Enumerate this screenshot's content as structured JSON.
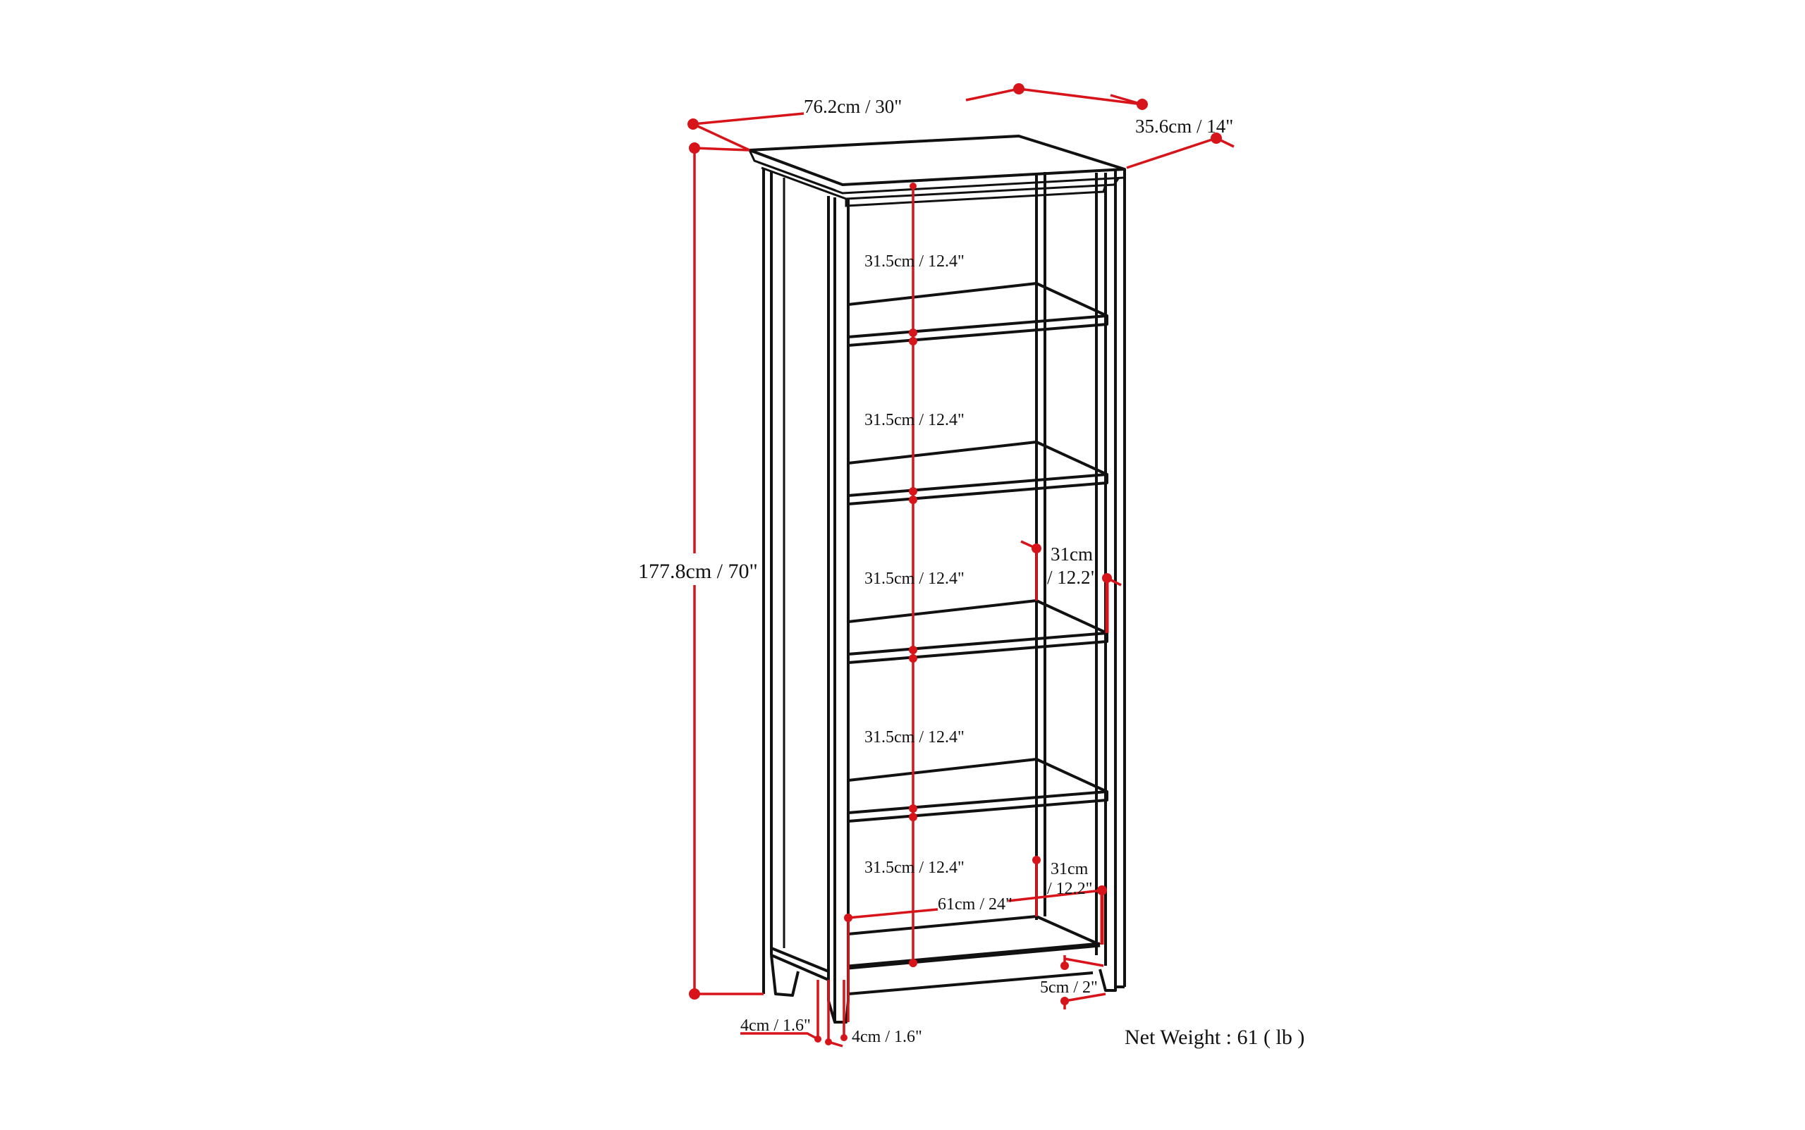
{
  "title": "Bookcase dimension diagram",
  "colors": {
    "line": "#111111",
    "dimension": "#d7141a",
    "background": "#ffffff"
  },
  "dimensions": {
    "width": "76.2cm / 30\"",
    "depth": "35.6cm / 14\"",
    "height": "177.8cm / 70\"",
    "shelf_gaps": [
      "31.5cm / 12.4\"",
      "31.5cm / 12.4\"",
      "31.5cm / 12.4\"",
      "31.5cm / 12.4\"",
      "31.5cm / 12.4\""
    ],
    "shelf_depth_mid_line1": "31cm",
    "shelf_depth_mid_line2": "/ 12.2\"",
    "shelf_depth_bottom_line1": "31cm",
    "shelf_depth_bottom_line2": "/ 12.2\"",
    "interior_width": "61cm / 24\"",
    "base_clearance": "5cm / 2\"",
    "leg_left": "4cm / 1.6\"",
    "leg_right": "4cm / 1.6\""
  },
  "net_weight": "Net Weight : 61 ( lb )"
}
